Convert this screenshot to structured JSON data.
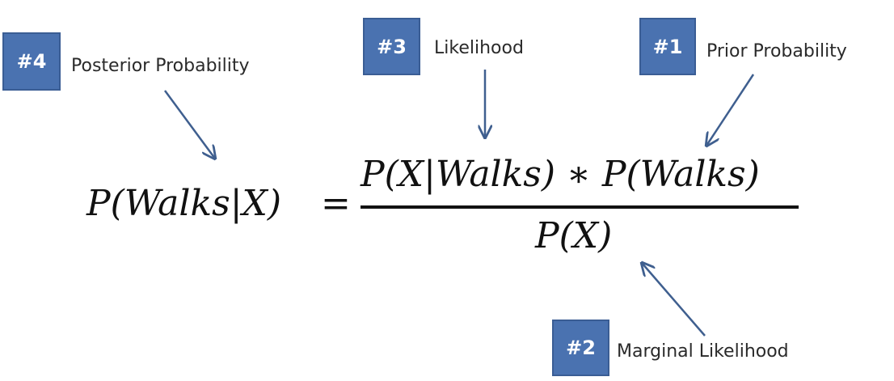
{
  "annotations": {
    "posterior": {
      "badge": "#4",
      "label": "Posterior Probability"
    },
    "likelihood": {
      "badge": "#3",
      "label": "Likelihood"
    },
    "prior": {
      "badge": "#1",
      "label": "Prior Probability"
    },
    "marginal": {
      "badge": "#2",
      "label": "Marginal Likelihood"
    }
  },
  "formula": {
    "lhs": "P(Walks|X)",
    "equals": "=",
    "numerator": "P(X|Walks) ∗ P(Walks)",
    "denominator": "P(X)"
  },
  "colors": {
    "badge": "#4a72b0",
    "arrow": "#3f5f8f",
    "text": "#2a2a2a"
  }
}
